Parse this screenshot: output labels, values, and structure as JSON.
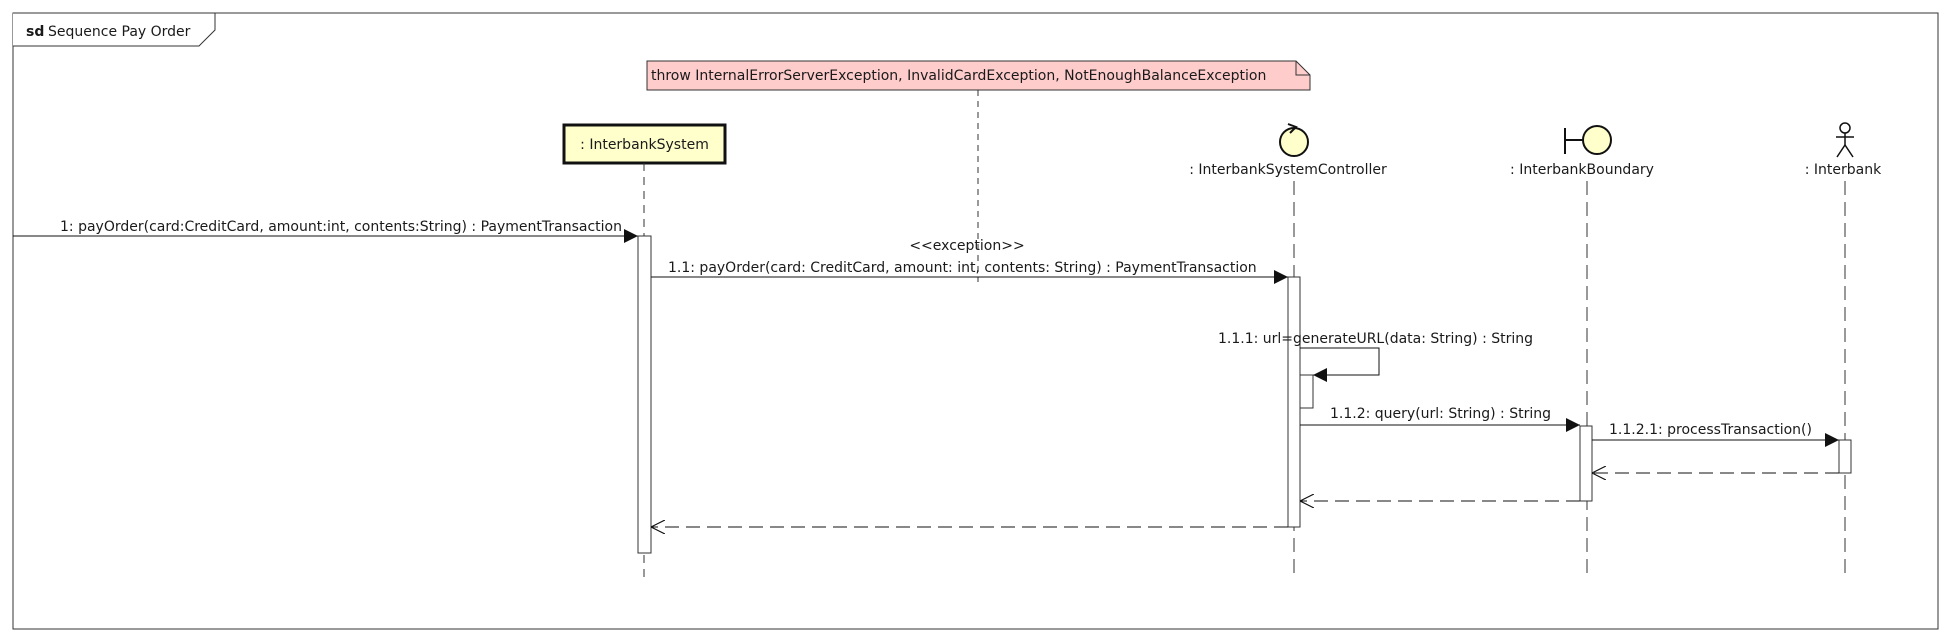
{
  "frame": {
    "keyword": "sd",
    "title": "Sequence Pay Order"
  },
  "note": {
    "text": "throw InternalErrorServerException, InvalidCardException, NotEnoughBalanceException",
    "color": "#ffcccc"
  },
  "lifelines": [
    {
      "id": "interbank-system",
      "kind": "class",
      "label": ": InterbankSystem"
    },
    {
      "id": "interbank-system-controller",
      "kind": "control",
      "label": ": InterbankSystemController"
    },
    {
      "id": "interbank-boundary",
      "kind": "boundary",
      "label": ": InterbankBoundary"
    },
    {
      "id": "interbank",
      "kind": "actor",
      "label": ": Interbank"
    }
  ],
  "stereotype": "<<exception>>",
  "messages": [
    {
      "id": "msg-1",
      "label": "1: payOrder(card:CreditCard, amount:int, contents:String) : PaymentTransaction"
    },
    {
      "id": "msg-1-1",
      "label": "1.1: payOrder(card: CreditCard, amount: int, contents: String) : PaymentTransaction"
    },
    {
      "id": "msg-1-1-1",
      "label": "1.1.1: url=generateURL(data: String) : String"
    },
    {
      "id": "msg-1-1-2",
      "label": "1.1.2: query(url: String) : String"
    },
    {
      "id": "msg-1-1-2-1",
      "label": "1.1.2.1: processTransaction()"
    }
  ],
  "colors": {
    "participant_fill": "#ffffcc",
    "line": "#333333",
    "note_fill": "#ffcccc"
  }
}
